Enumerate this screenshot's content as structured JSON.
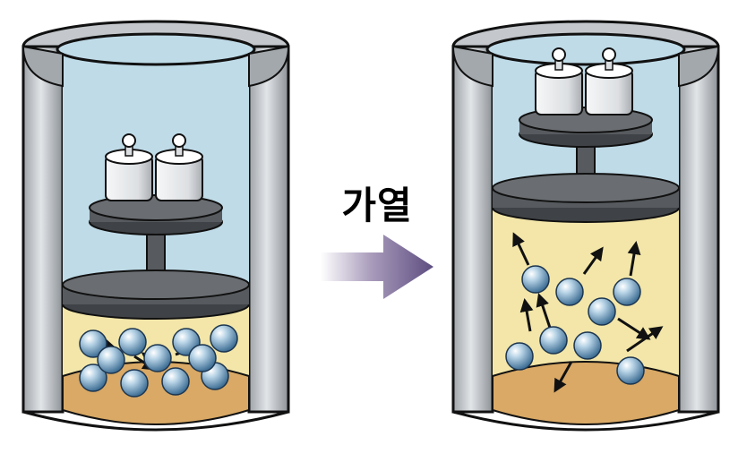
{
  "process_label": "가열",
  "colors": {
    "cylinder_outer": "#c4c8cc",
    "cylinder_inner": "#8d9297",
    "air": "#bfdbe8",
    "gas": "#f3e6a8",
    "gas_floor": "#d9a965",
    "piston": "#575b5f",
    "weight": "#e4e6e8",
    "molecule": "#5b86a6",
    "arrow": "#6b5b88"
  },
  "diagrams": [
    {
      "name": "before-heating",
      "weights": 2,
      "molecules": 11
    },
    {
      "name": "after-heating",
      "weights": 2,
      "molecules": 8
    }
  ]
}
